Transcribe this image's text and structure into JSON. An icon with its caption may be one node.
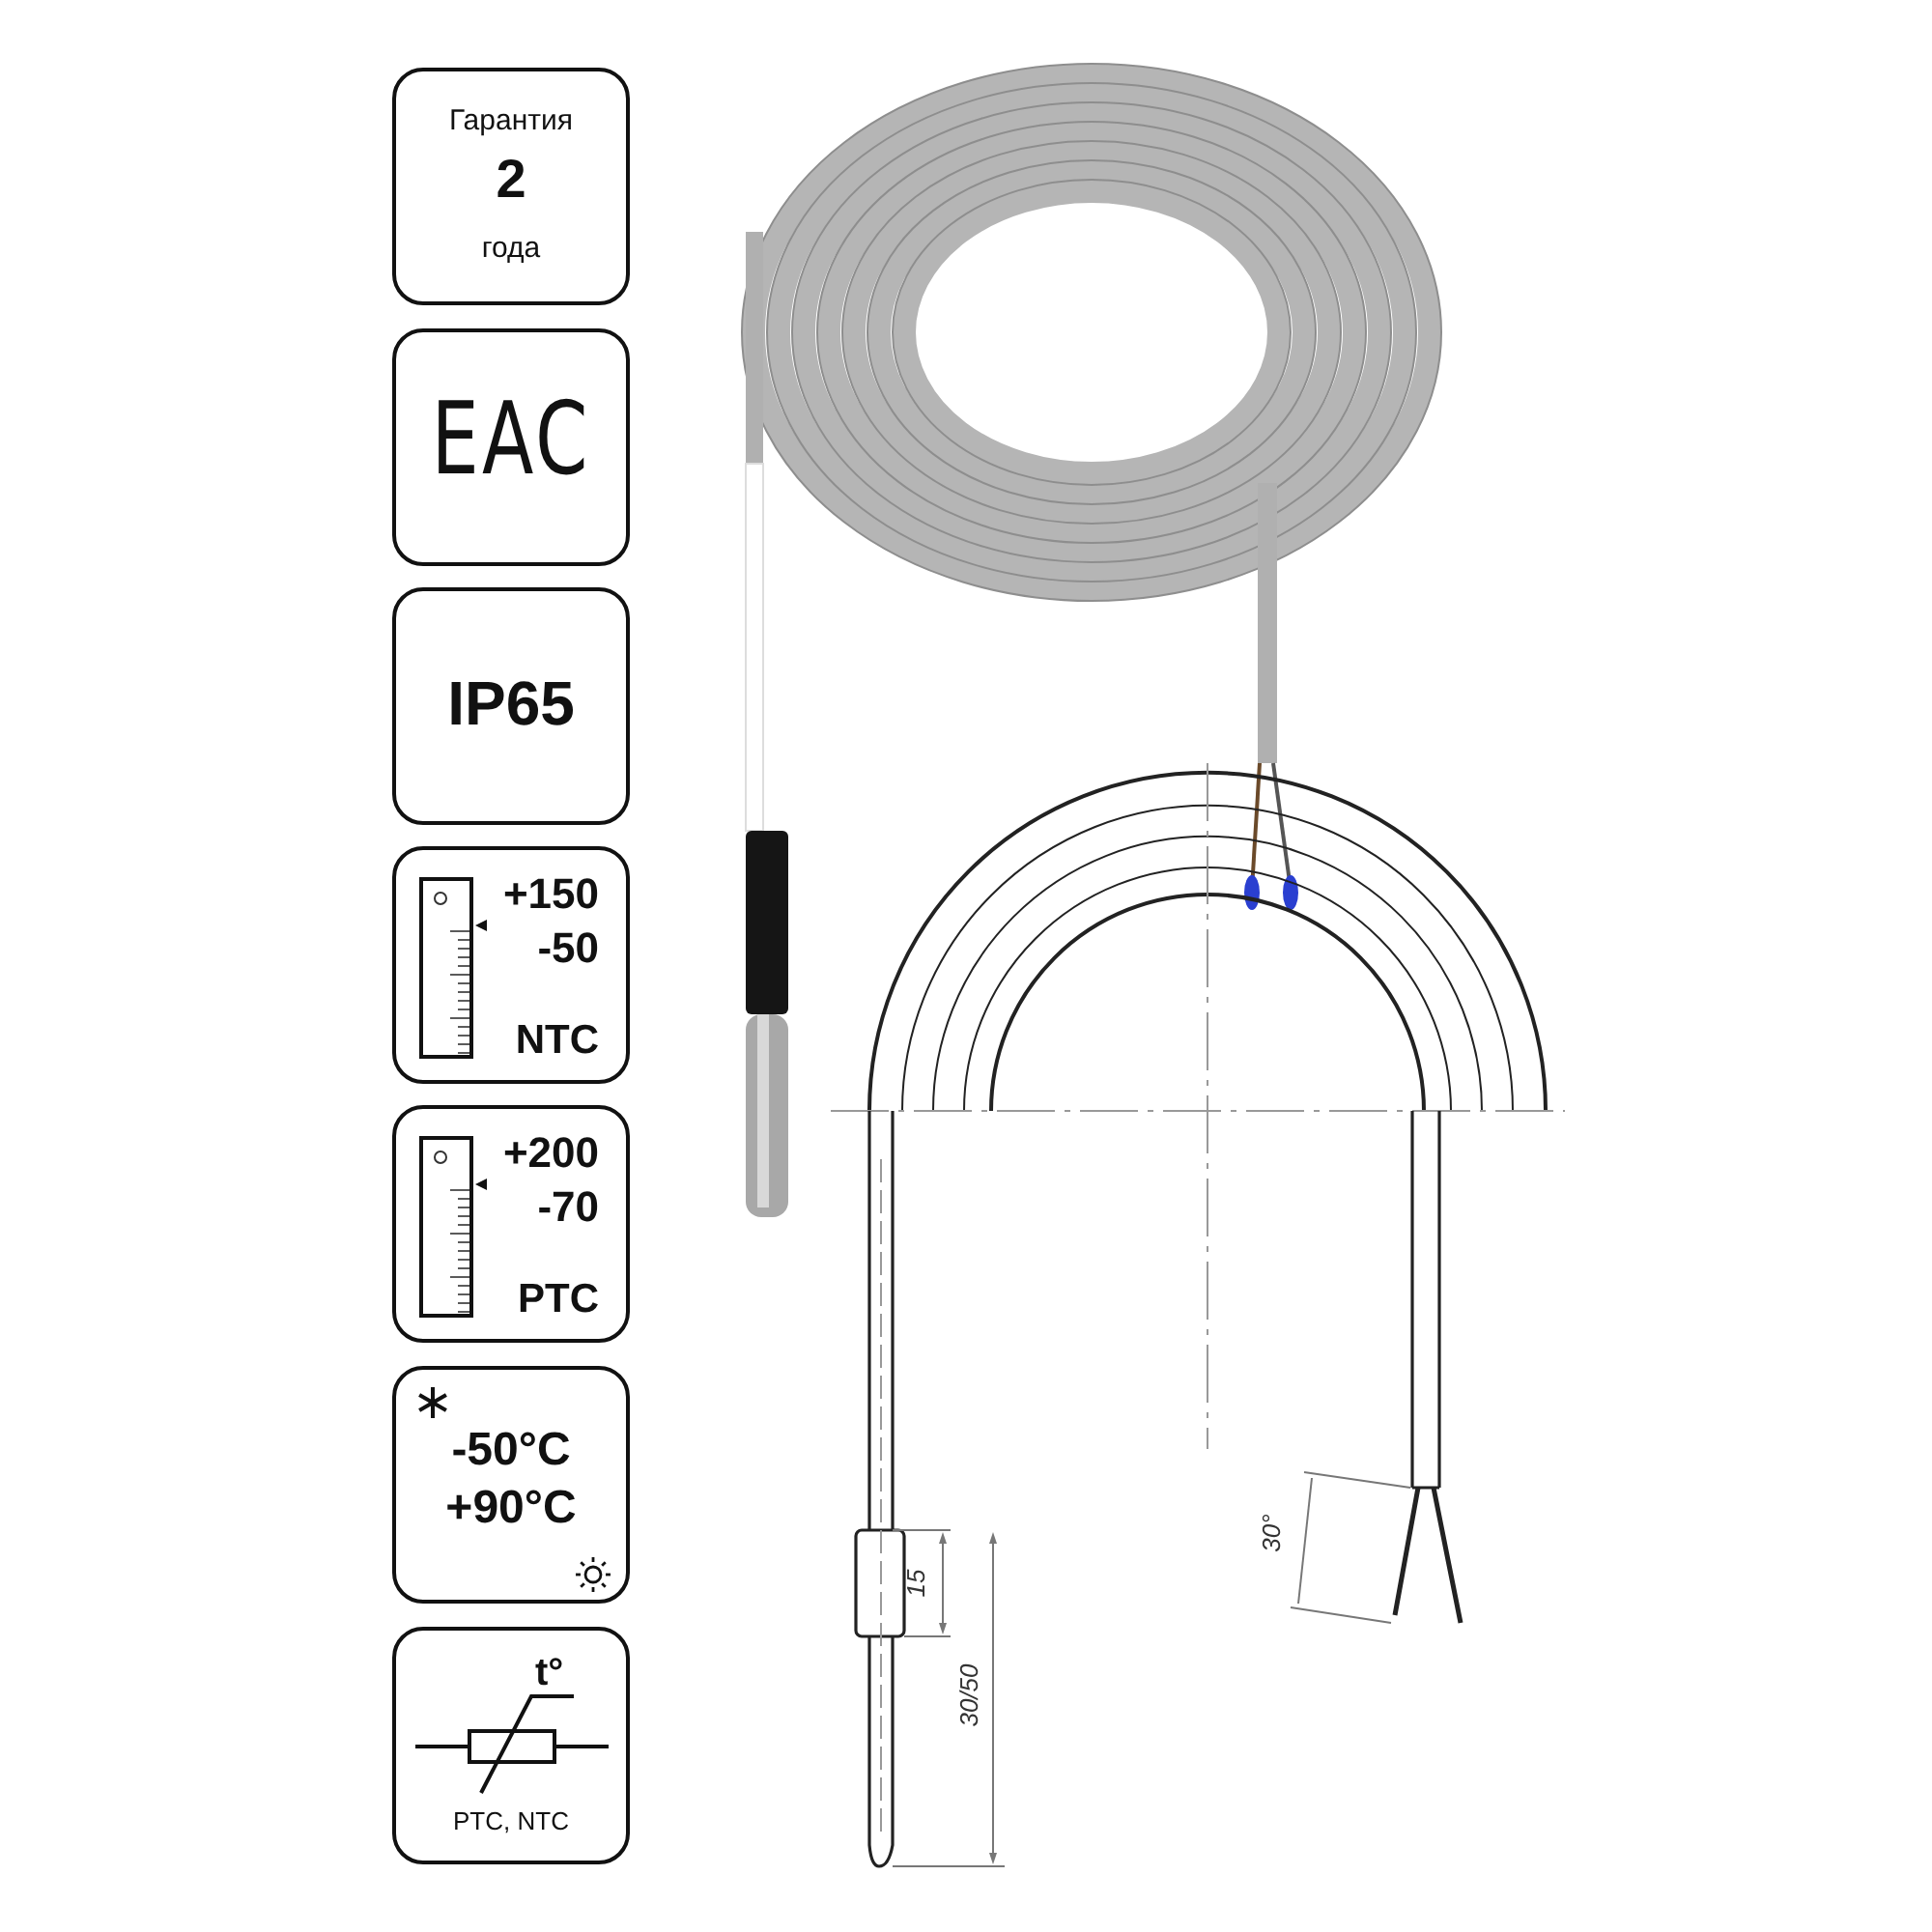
{
  "diagram": {
    "nodes": [
      {
        "text": [
          "Гарантия",
          "2",
          "года"
        ]
      },
      {
        "text": [
          "EAC"
        ]
      },
      {
        "text": [
          "IP65"
        ]
      },
      {
        "text": [
          "+150",
          "-50",
          "NTC"
        ]
      },
      {
        "text": [
          "+200",
          "-70",
          "PTC"
        ]
      },
      {
        "text": [
          "-50°C",
          "+90°C"
        ]
      },
      {
        "text": [
          "t°",
          "PTC, NTC"
        ]
      }
    ],
    "labels": [
      "15",
      "30/50",
      "30°"
    ]
  }
}
